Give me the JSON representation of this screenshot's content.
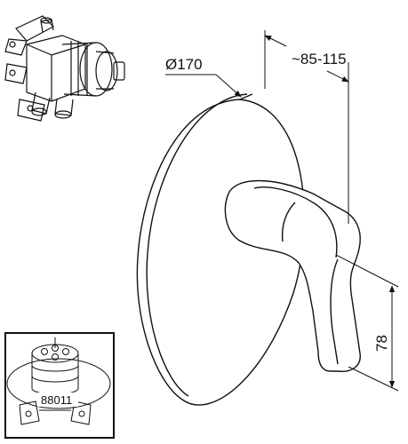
{
  "dimensions": {
    "diameter": "Ø170",
    "projection": "~85-115",
    "height": "78"
  },
  "inset": {
    "part_number": "88011"
  },
  "colors": {
    "line": "#111111",
    "background": "#ffffff"
  }
}
